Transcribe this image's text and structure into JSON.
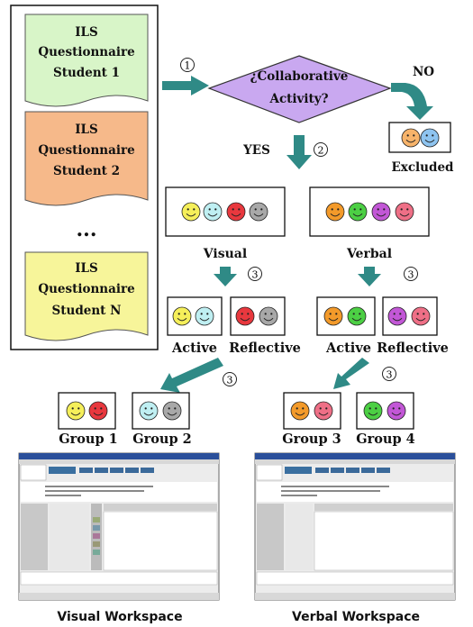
{
  "students": [
    {
      "line1": "ILS",
      "line2": "Questionnaire",
      "line3": "Student 1",
      "fill": "#d8f5c8"
    },
    {
      "line1": "ILS",
      "line2": "Questionnaire",
      "line3": "Student 2",
      "fill": "#f6b98a"
    },
    {
      "line1": "ILS",
      "line2": "Questionnaire",
      "line3": "Student N",
      "fill": "#f7f59a"
    }
  ],
  "ellipsis": "...",
  "decision": {
    "line1": "¿Collaborative",
    "line2": "Activity?",
    "fill": "#c9a8f0"
  },
  "no_label": "NO",
  "yes_label": "YES",
  "excluded_label": "Excluded",
  "steps": {
    "one": "1",
    "two": "2",
    "three": "3"
  },
  "visual_label": "Visual",
  "verbal_label": "Verbal",
  "active_label": "Active",
  "reflective_label": "Reflective",
  "groups": [
    "Group 1",
    "Group 2",
    "Group 3",
    "Group 4"
  ],
  "workspace_visual_label": "Visual Workspace",
  "workspace_verbal_label": "Verbal Workspace",
  "colors": {
    "arrow": "#2f8a86",
    "yellow": "#f5ef5a",
    "cyan": "#bfeff2",
    "red": "#e8383e",
    "gray": "#a8a8a8",
    "orange": "#f39a2a",
    "green": "#4ccf44",
    "purple": "#c257d6",
    "pink": "#ee6f86",
    "excluded_orange": "#f7b36a",
    "excluded_blue": "#8ec4f0"
  }
}
